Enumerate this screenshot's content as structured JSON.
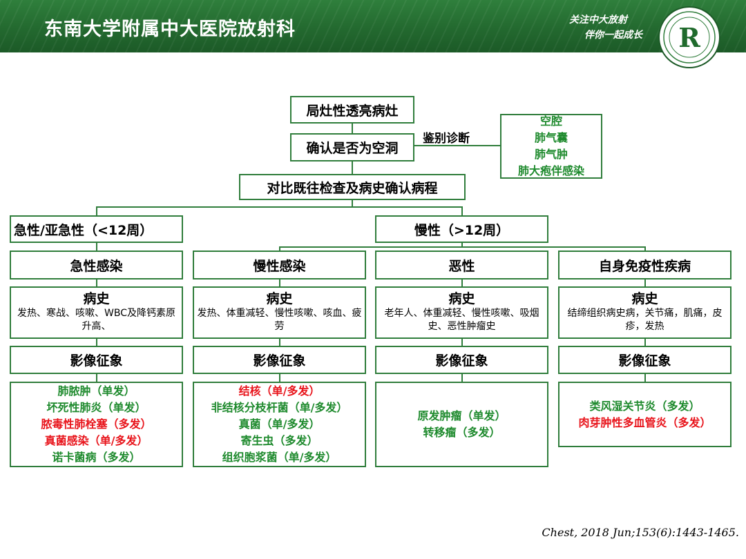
{
  "header": {
    "title": "东南大学附属中大医院放射科",
    "slogan_line1": "关注中大放射",
    "slogan_line2": "伴你一起成长",
    "logo_letter": "R",
    "bg_color": "#23692f"
  },
  "flow": {
    "start": "局灶性透亮病灶",
    "confirm": "确认是否为空洞",
    "differential_label": "鉴别诊断",
    "differential_items": [
      "空腔",
      "肺气囊",
      "肺气肿",
      "肺大疱伴感染"
    ],
    "compare": "对比既往检查及病史确认病程",
    "acute": "急性/亚急性（<12周）",
    "chronic": "慢性（>12周）"
  },
  "categories": [
    {
      "name": "急性感染",
      "history_title": "病史",
      "history_text": "发热、寒战、咳嗽、WBC及降钙素原升高、",
      "imaging_title": "影像征象",
      "imaging_items": [
        {
          "text": "肺脓肿（单发）",
          "color": "green"
        },
        {
          "text": "坏死性肺炎（单发）",
          "color": "green"
        },
        {
          "text": "脓毒性肺栓塞（多发）",
          "color": "red"
        },
        {
          "text": "真菌感染（单/多发）",
          "color": "red"
        },
        {
          "text": "诺卡菌病（多发）",
          "color": "green"
        }
      ]
    },
    {
      "name": "慢性感染",
      "history_title": "病史",
      "history_text": "发热、体重减轻、慢性咳嗽、咳血、疲劳",
      "imaging_title": "影像征象",
      "imaging_items": [
        {
          "text": "结核（单/多发）",
          "color": "red"
        },
        {
          "text": "非结核分枝杆菌（单/多发）",
          "color": "green"
        },
        {
          "text": "真菌（单/多发）",
          "color": "green"
        },
        {
          "text": "寄生虫（多发）",
          "color": "green"
        },
        {
          "text": "组织胞浆菌（单/多发）",
          "color": "green"
        }
      ]
    },
    {
      "name": "恶性",
      "history_title": "病史",
      "history_text": "老年人、体重减轻、慢性咳嗽、吸烟史、恶性肿瘤史",
      "imaging_title": "影像征象",
      "imaging_items": [
        {
          "text": "原发肿瘤（单发）",
          "color": "green"
        },
        {
          "text": "转移瘤（多发）",
          "color": "green"
        }
      ]
    },
    {
      "name": "自身免疫性疾病",
      "history_title": "病史",
      "history_text": "结缔组织病史病，关节痛，肌痛，皮疹，发热",
      "imaging_title": "影像征象",
      "imaging_items": [
        {
          "text": "类风湿关节炎（多发）",
          "color": "green"
        },
        {
          "text": "肉芽肿性多血管炎（多发）",
          "color": "red"
        }
      ]
    }
  ],
  "citation": "Chest, 2018 Jun;153(6):1443-1465.",
  "colors": {
    "border": "#2f7d3b",
    "green_text": "#1e8a2d",
    "red_text": "#e8141b"
  }
}
